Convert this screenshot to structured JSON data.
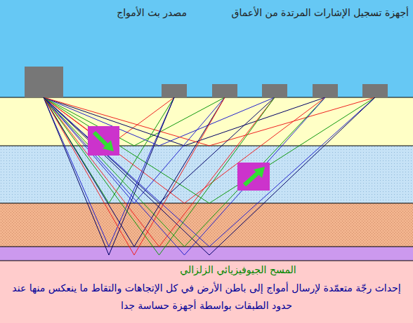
{
  "diagram": {
    "title": "المسح الجيوفيزيائي الزلزالي",
    "caption": "إحداث رجّة متعمّدة لإرسال أمواج إلى باطن الأرض في كل الإتجاهات والتقاط ما ينعكس منها عند حدود الطبقات بواسطة أجهزة حساسة جدا",
    "labels": [
      "مصدر بث الأمواج",
      "أجهزة تسجيل الإشارات المرتدة من الأعماق"
    ]
  }
}
